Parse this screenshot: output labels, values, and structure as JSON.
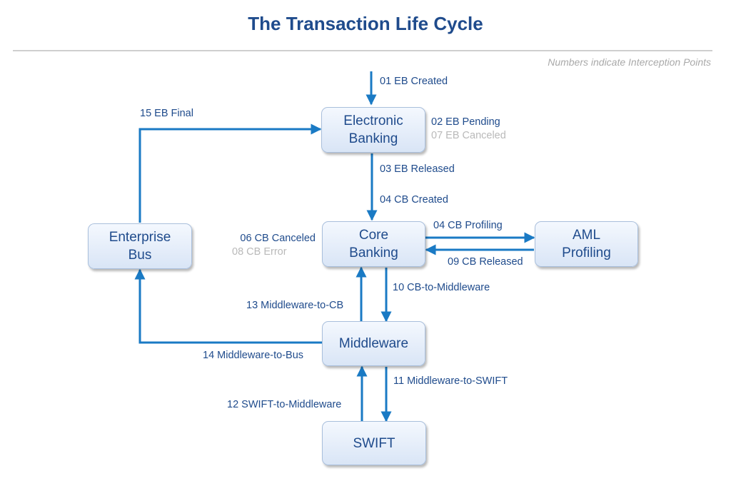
{
  "title": "The Transaction Life Cycle",
  "note": "Numbers indicate Interception Points",
  "colors": {
    "title": "#1f4b8c",
    "edge": "#1a7ac4",
    "node_text": "#1f4b8c",
    "dim_label": "#b9b9b9"
  },
  "nodes": {
    "electronic_banking": "Electronic\nBanking",
    "core_banking": "Core\nBanking",
    "aml_profiling": "AML\nProfiling",
    "enterprise_bus": "Enterprise\nBus",
    "middleware": "Middleware",
    "swift": "SWIFT"
  },
  "labels": {
    "eb_created": "01 EB Created",
    "eb_pending": "02 EB Pending",
    "eb_released": "03 EB Released",
    "cb_created": "04 CB Created",
    "cb_profiling": "04 CB Profiling",
    "cb_canceled": "06 CB Canceled",
    "eb_canceled": "07 EB Canceled",
    "cb_error": "08 CB Error",
    "cb_released": "09 CB Released",
    "cb_to_middleware": "10 CB-to-Middleware",
    "middleware_to_swift": "11 Middleware-to-SWIFT",
    "swift_to_middleware": "12 SWIFT-to-Middleware",
    "middleware_to_cb": "13 Middleware-to-CB",
    "middleware_to_bus": "14 Middleware-to-Bus",
    "eb_final": "15 EB Final"
  }
}
